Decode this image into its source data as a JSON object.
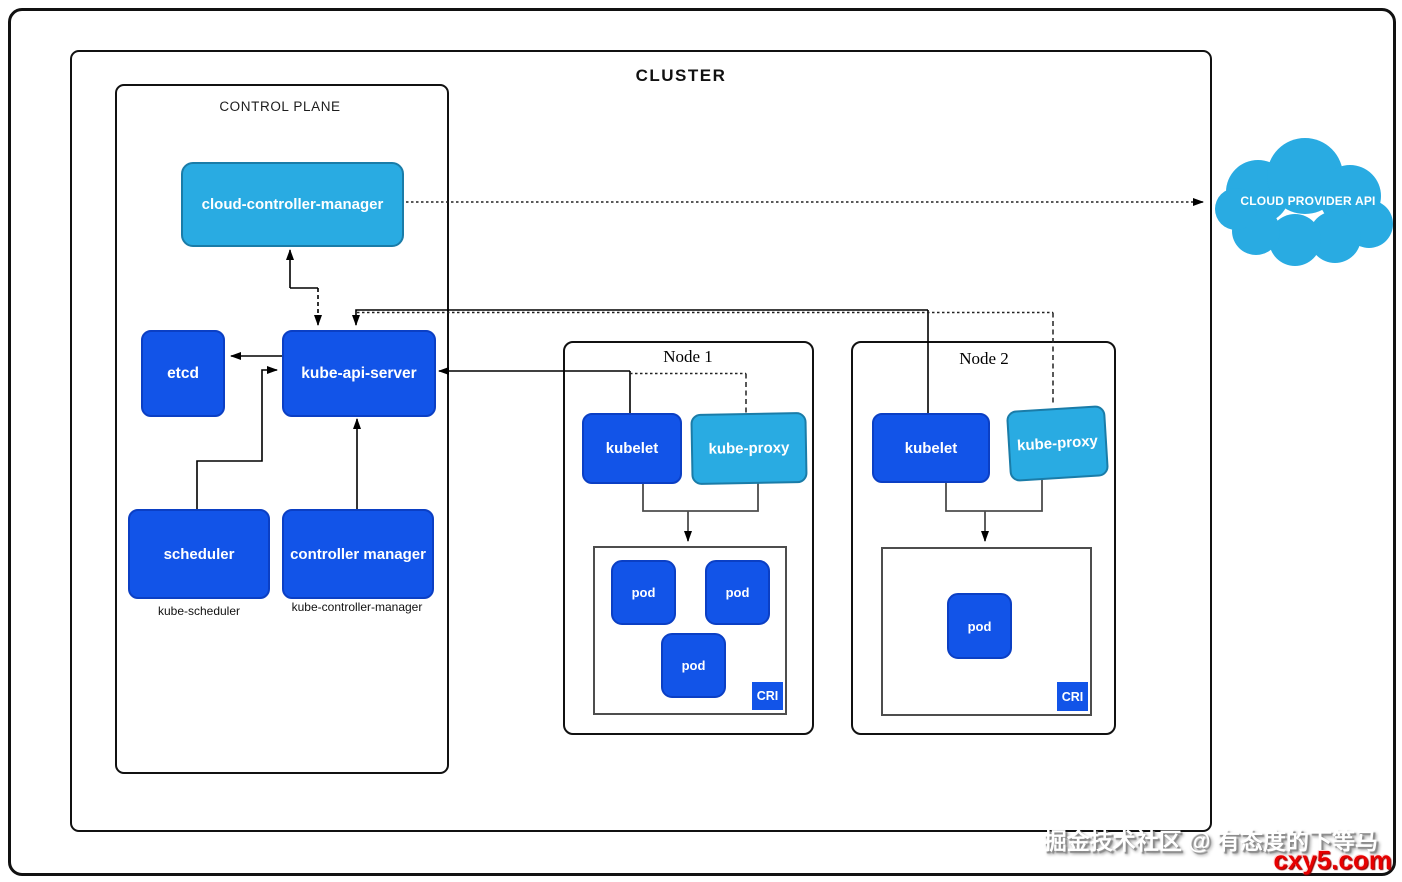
{
  "diagram": {
    "title": "CLUSTER",
    "control_plane": {
      "label": "CONTROL PLANE",
      "cloud_controller_manager_label": "cloud-controller-manager",
      "etcd_label": "etcd",
      "api_server_label": "kube-api-server",
      "scheduler_label": "scheduler",
      "scheduler_caption": "kube-scheduler",
      "controller_manager_label": "controller manager",
      "controller_manager_caption": "kube-controller-manager"
    },
    "nodes": [
      {
        "title": "Node 1",
        "kubelet_label": "kubelet",
        "kube_proxy_label": "kube-proxy",
        "pods": [
          "pod",
          "pod",
          "pod"
        ],
        "cri_label": "CRI"
      },
      {
        "title": "Node 2",
        "kubelet_label": "kubelet",
        "kube_proxy_label": "kube-proxy",
        "pods": [
          "pod"
        ],
        "cri_label": "CRI"
      }
    ],
    "cloud_label": "CLOUD PROVIDER API",
    "watermark": {
      "community": "掘金技术社区 @ 有态度的下等马",
      "site": "cxy5.com"
    },
    "colors": {
      "primary_blue": "#1254e8",
      "light_blue": "#29abe2",
      "watermark_red": "#e60000"
    }
  }
}
